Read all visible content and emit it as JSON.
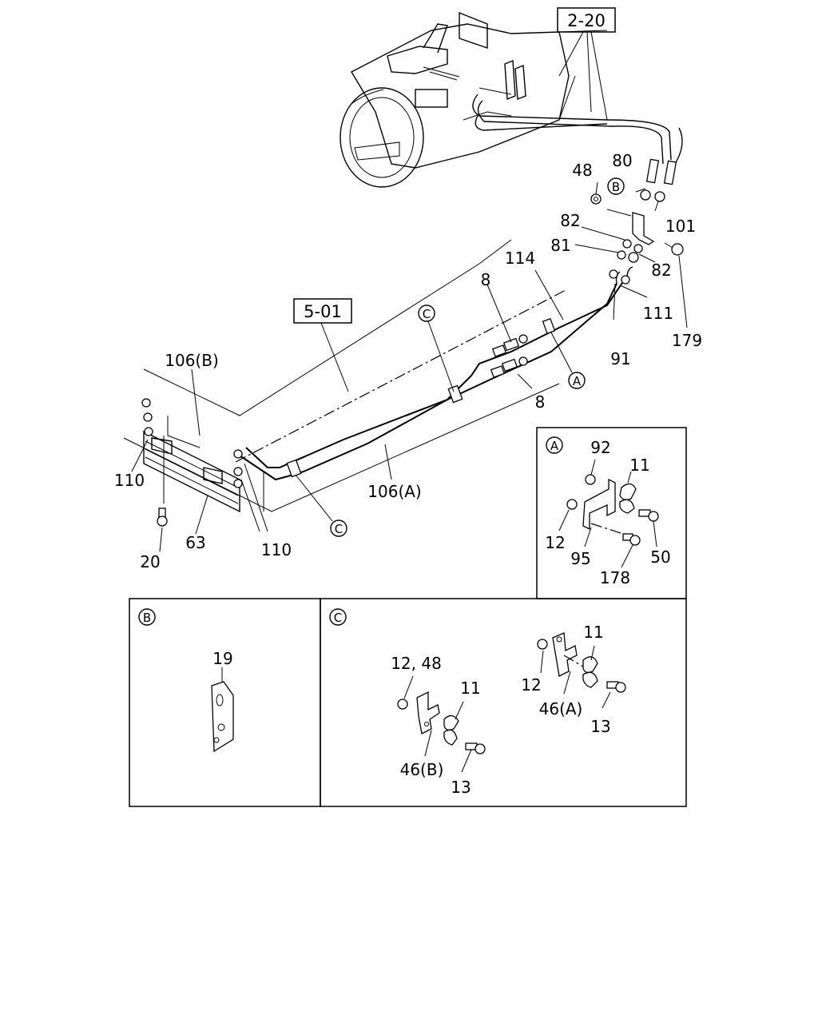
{
  "refs": {
    "transmission": "2-20",
    "frame": "5-01"
  },
  "markers": {
    "a": "A",
    "b": "B",
    "c": "C"
  },
  "main": {
    "p48": "48",
    "p80": "80",
    "p101": "101",
    "p82_upper": "82",
    "p82_lower": "82",
    "p81": "81",
    "p114": "114",
    "p111": "111",
    "p179": "179",
    "p91": "91",
    "p8_upper": "8",
    "p8_lower": "8",
    "p106b": "106(B)",
    "p106a": "106(A)",
    "p110_left": "110",
    "p110_right": "110",
    "p63": "63",
    "p20": "20"
  },
  "detail_a": {
    "p92": "92",
    "p11": "11",
    "p12": "12",
    "p95": "95",
    "p50": "50",
    "p178": "178"
  },
  "detail_b": {
    "p19": "19"
  },
  "detail_c": {
    "p12_48": "12, 48",
    "p11_left": "11",
    "p46b": "46(B)",
    "p13_left": "13",
    "p11_right": "11",
    "p12": "12",
    "p46a": "46(A)",
    "p13_right": "13"
  }
}
